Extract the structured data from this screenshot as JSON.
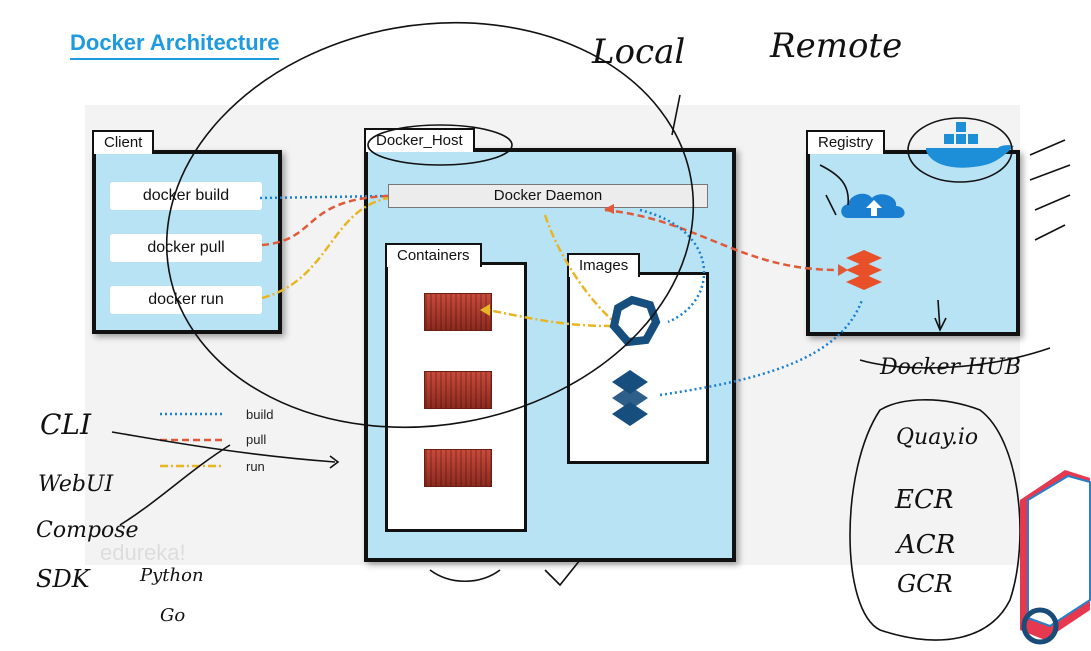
{
  "title": "Docker Architecture",
  "client": {
    "label": "Client",
    "commands": [
      "docker build",
      "docker pull",
      "docker run"
    ]
  },
  "host": {
    "label": "Docker_Host",
    "daemon": "Docker Daemon",
    "containers_label": "Containers",
    "images_label": "Images"
  },
  "registry": {
    "label": "Registry"
  },
  "legend": {
    "build": "build",
    "pull": "pull",
    "run": "run"
  },
  "watermark": "edureka!",
  "handwriting": {
    "local": "Local",
    "remote": "Remote",
    "docker_hub": "Docker HUB",
    "quay": "Quay.io",
    "ecr": "ECR",
    "acr": "ACR",
    "gcr": "GCR",
    "cli": "CLI",
    "webui": "WebUI",
    "compose": "Compose",
    "sdk": "SDK",
    "python": "Python",
    "go": "Go"
  },
  "colors": {
    "build": "#1a7fd1",
    "pull": "#e05a3a",
    "run": "#e8b624",
    "title": "#1e9ae0",
    "panel": "#b8e3f5"
  }
}
